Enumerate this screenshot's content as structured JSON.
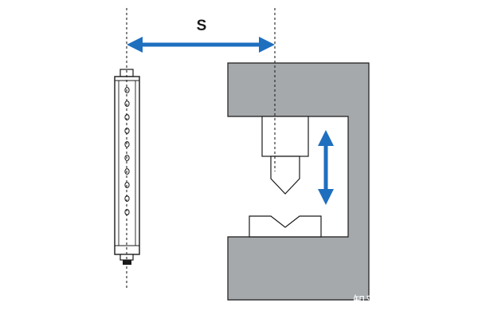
{
  "diagram": {
    "distance_label": "S",
    "watermark": "知乎 @安全光栅科普",
    "light_curtain": {
      "beam_count": 10
    },
    "colors": {
      "arrow": "#1f6fbf",
      "press_frame": "#a6a9ac",
      "outline": "#1a1a1a",
      "dashed_line": "#222222",
      "watermark_text": "#ffffff",
      "background": "#ffffff"
    }
  }
}
